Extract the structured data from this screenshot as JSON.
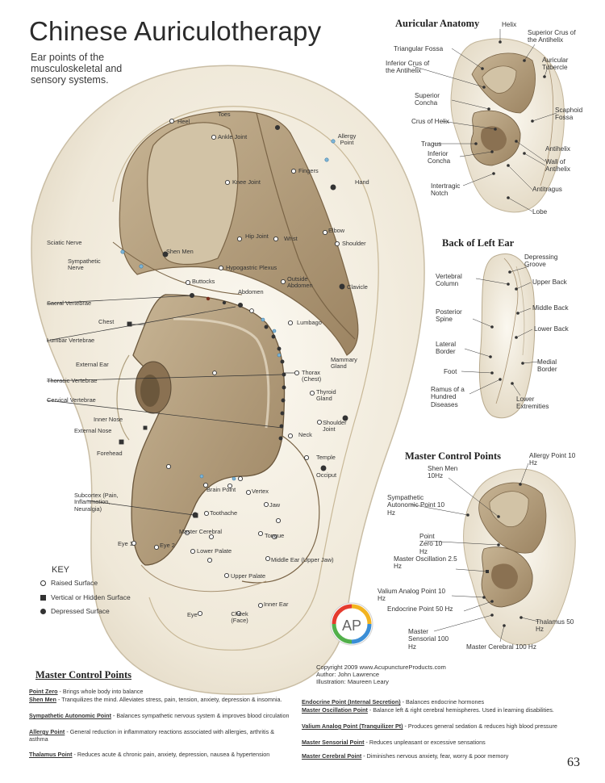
{
  "page": {
    "title": "Chinese Auriculotherapy",
    "subtitle": "Ear points of the musculoskeletal and sensory systems.",
    "page_number": "63",
    "copyright": [
      "Copyright 2009 www.AcupunctureProducts.com",
      "Author: John Lawrence",
      "Illustration: Maureen Leary"
    ]
  },
  "main_ear": {
    "labels": [
      {
        "id": "toes",
        "text": "Toes"
      },
      {
        "id": "heel",
        "text": "Heel"
      },
      {
        "id": "ankle",
        "text": "Ankle Joint"
      },
      {
        "id": "knee",
        "text": "Knee Joint"
      },
      {
        "id": "hip",
        "text": "Hip Joint"
      },
      {
        "id": "sciatic",
        "text": "Sciatic Nerve"
      },
      {
        "id": "fingers",
        "text": "Fingers"
      },
      {
        "id": "allergy_pt",
        "text": "Allergy Point"
      },
      {
        "id": "hand",
        "text": "Hand"
      },
      {
        "id": "wrist",
        "text": "Wrist"
      },
      {
        "id": "elbow",
        "text": "Elbow"
      },
      {
        "id": "shoulder",
        "text": "Shoulder"
      },
      {
        "id": "clavicle",
        "text": "Clavicle"
      },
      {
        "id": "sympathetic",
        "text": "Sympathetic Nerve"
      },
      {
        "id": "shenmen",
        "text": "Shen Men"
      },
      {
        "id": "hypogastric",
        "text": "Hypogastric Plexus"
      },
      {
        "id": "buttocks",
        "text": "Buttocks"
      },
      {
        "id": "sacral",
        "text": "Sacral Vertebrae"
      },
      {
        "id": "abdomen",
        "text": "Abdomen"
      },
      {
        "id": "lumbar",
        "text": "Lumbar Vertebrae"
      },
      {
        "id": "outside_abdomen",
        "text": "Outside Abdomen"
      },
      {
        "id": "chest",
        "text": "Chest"
      },
      {
        "id": "lumbago",
        "text": "Lumbago"
      },
      {
        "id": "thoracic",
        "text": "Thoracic Vertebrae"
      },
      {
        "id": "external_ear",
        "text": "External Ear"
      },
      {
        "id": "mammary",
        "text": "Mammary Gland"
      },
      {
        "id": "thorax",
        "text": "Thorax (Chest)"
      },
      {
        "id": "cervical",
        "text": "Cervical Vertebrae"
      },
      {
        "id": "neck",
        "text": "Neck"
      },
      {
        "id": "shoulder_joint",
        "text": "Shoulder Joint"
      },
      {
        "id": "thyroid",
        "text": "Thyroid Gland"
      },
      {
        "id": "inner_nose",
        "text": "Inner Nose"
      },
      {
        "id": "external_nose",
        "text": "External Nose"
      },
      {
        "id": "temple",
        "text": "Temple"
      },
      {
        "id": "occiput",
        "text": "Occiput"
      },
      {
        "id": "forehead",
        "text": "Forehead"
      },
      {
        "id": "brain_pt",
        "text": "Brain Point"
      },
      {
        "id": "subcortex",
        "text": "Subcortex (Pain, Inflammation, Neuralgia)"
      },
      {
        "id": "toothache",
        "text": "Toothache"
      },
      {
        "id": "vertex",
        "text": "Vertex"
      },
      {
        "id": "jaw",
        "text": "Jaw"
      },
      {
        "id": "tongue",
        "text": "Tongue"
      },
      {
        "id": "eye1",
        "text": "Eye 1"
      },
      {
        "id": "eye2",
        "text": "Eye 2"
      },
      {
        "id": "lower_palate",
        "text": "Lower Palate"
      },
      {
        "id": "upper_palate",
        "text": "Upper Palate"
      },
      {
        "id": "master_cerebral",
        "text": "Master Cerebral"
      },
      {
        "id": "middle_ear",
        "text": "Middle Ear (Upper Jaw)"
      },
      {
        "id": "eye",
        "text": "Eye"
      },
      {
        "id": "cheek",
        "text": "Cheek (Face)"
      },
      {
        "id": "inner_ear",
        "text": "Inner Ear"
      }
    ]
  },
  "key": {
    "title": "KEY",
    "items": [
      {
        "symbol": "raised",
        "text": "Raised Surface"
      },
      {
        "symbol": "vert",
        "text": "Vertical or Hidden Surface"
      },
      {
        "symbol": "dep",
        "text": "Depressed Surface"
      }
    ]
  },
  "anatomy": {
    "title": "Auricular Anatomy",
    "labels": [
      {
        "id": "helix",
        "text": "Helix"
      },
      {
        "id": "superior_crus",
        "text": "Superior Crus of the Antihelix"
      },
      {
        "id": "triangular_fossa",
        "text": "Triangular Fossa"
      },
      {
        "id": "inferior_crus",
        "text": "Inferior Crus of the Antihelix"
      },
      {
        "id": "auricular_tubercle",
        "text": "Auricular Tubercle"
      },
      {
        "id": "superior_concha",
        "text": "Superior Concha"
      },
      {
        "id": "scaphoid_fossa",
        "text": "Scaphoid Fossa"
      },
      {
        "id": "crus_helix",
        "text": "Crus of Helix"
      },
      {
        "id": "tragus",
        "text": "Tragus"
      },
      {
        "id": "inferior_concha",
        "text": "Inferior Concha"
      },
      {
        "id": "wall_antihelix",
        "text": "Wall of Antihelix"
      },
      {
        "id": "antihelix",
        "text": "Antihelix"
      },
      {
        "id": "intertragic_notch",
        "text": "Intertragic Notch"
      },
      {
        "id": "antitragus",
        "text": "Antitragus"
      },
      {
        "id": "lobe",
        "text": "Lobe"
      }
    ]
  },
  "back_ear": {
    "title": "Back of Left Ear",
    "labels": [
      {
        "id": "depressing_groove",
        "text": "Depressing Groove"
      },
      {
        "id": "vertebral_column",
        "text": "Vertebral Column"
      },
      {
        "id": "upper_back",
        "text": "Upper Back"
      },
      {
        "id": "middle_back",
        "text": "Middle Back"
      },
      {
        "id": "posterior_spine",
        "text": "Posterior Spine"
      },
      {
        "id": "lower_back",
        "text": "Lower Back"
      },
      {
        "id": "lateral_border",
        "text": "Lateral Border"
      },
      {
        "id": "medial_border",
        "text": "Medial Border"
      },
      {
        "id": "foot",
        "text": "Foot"
      },
      {
        "id": "ramus",
        "text": "Ramus of a Hundred Diseases"
      },
      {
        "id": "lower_extremities",
        "text": "Lower Extremities"
      }
    ]
  },
  "master_ear": {
    "title": "Master Control Points",
    "labels": [
      {
        "id": "allergy",
        "text": "Allergy Point 10 Hz"
      },
      {
        "id": "shenmen",
        "text": "Shen Men 10Hz"
      },
      {
        "id": "sympathetic",
        "text": "Sympathetic Autonomic Point 10 Hz"
      },
      {
        "id": "point_zero",
        "text": "Point Zero 10 Hz"
      },
      {
        "id": "master_oscillation",
        "text": "Master Oscillation 2.5 Hz"
      },
      {
        "id": "valium",
        "text": "Valium Analog Point 10 Hz"
      },
      {
        "id": "endocrine",
        "text": "Endocrine Point 50 Hz"
      },
      {
        "id": "master_sensorial",
        "text": "Master Sensorial 100 Hz"
      },
      {
        "id": "thalamus",
        "text": "Thalamus 50 Hz"
      },
      {
        "id": "master_cerebral",
        "text": "Master Cerebral 100 Hz"
      }
    ]
  },
  "master_points": {
    "heading": "Master Control Points",
    "left": [
      {
        "name": "Point Zero",
        "desc": " - Brings whole body into balance"
      },
      {
        "name": "Shen Men",
        "desc": " - Tranquilizes the mind. Alleviates stress, pain, tension, anxiety, depression & insomnia."
      },
      {
        "name": "Sympathetic Autonomic Point",
        "desc": " - Balances sympathetic nervous system & improves blood circulation"
      },
      {
        "name": "Allergy Point",
        "desc": " - General reduction in inflammatory reactions associated with allergies, arthritis & asthma"
      },
      {
        "name": "Thalamus Point",
        "desc": " - Reduces acute & chronic pain, anxiety, depression, nausea & hypertension"
      }
    ],
    "right": [
      {
        "name": "Endocrine Point (Internal Secretion)",
        "desc": " - Balances endocrine hormones"
      },
      {
        "name": "Master Oscillation Point",
        "desc": " - Balance left & right cerebral hemispheres. Used in learning disabilities."
      },
      {
        "name": "Valium Analog Point (Tranquilizer Pt)",
        "desc": " - Produces general sedation & reduces high blood pressure"
      },
      {
        "name": "Master Sensorial Point",
        "desc": " - Reduces unpleasant or excessive sensations"
      },
      {
        "name": "Master Cerebral Point",
        "desc": " - Diminishes nervous anxiety, fear, worry & poor memory"
      }
    ]
  },
  "colors": {
    "ear_fill": "#f2ede0",
    "shade": "#b6a080",
    "deep": "#8c7455",
    "line": "#5a4a35"
  }
}
